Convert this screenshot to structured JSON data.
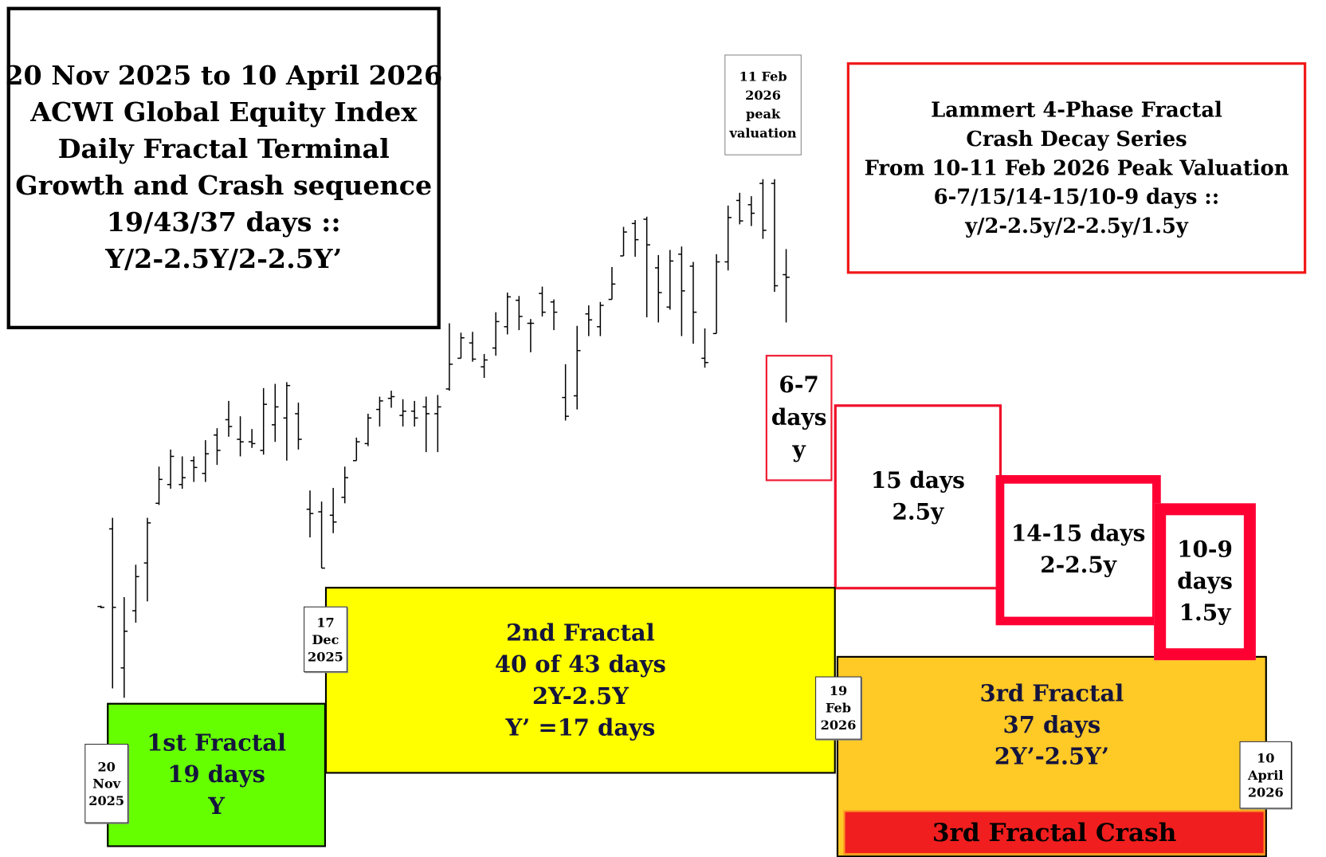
{
  "title_box": {
    "lines": [
      "20 Nov 2025 to 10 April 2026",
      "ACWI Global Equity Index",
      "Daily Fractal Terminal",
      "Growth and Crash sequence",
      "19/43/37 days ::",
      "Y/2-2.5Y/2-2.5Y’"
    ]
  },
  "peak_label": {
    "lines": [
      "11 Feb",
      "2026",
      "peak",
      "valuation"
    ]
  },
  "series_box": {
    "lines": [
      "Lammert 4-Phase Fractal",
      "Crash Decay Series",
      "From 10-11 Feb 2026 Peak Valuation",
      "6-7/15/14-15/10-9 days ::",
      "y/2-2.5y/2-2.5y/1.5y"
    ]
  },
  "phases": [
    {
      "lines": [
        "6-7",
        "days",
        "y"
      ]
    },
    {
      "lines": [
        "15 days",
        "2.5y"
      ]
    },
    {
      "lines": [
        "14-15 days",
        "2-2.5y"
      ]
    },
    {
      "lines": [
        "10-9",
        "days",
        "1.5y"
      ]
    }
  ],
  "fractals": [
    {
      "lines": [
        "1st Fractal",
        "19 days",
        "Y"
      ],
      "color": "#66ff00"
    },
    {
      "lines": [
        "2nd Fractal",
        "40 of 43 days",
        "2Y-2.5Y",
        "Y’ =17 days"
      ],
      "color": "#ffff00"
    },
    {
      "lines": [
        "3rd Fractal",
        "37 days",
        "2Y’-2.5Y’"
      ],
      "color": "#ffc926"
    }
  ],
  "crash_label": "3rd Fractal Crash",
  "dates": [
    {
      "lines": [
        "20",
        "Nov",
        "2025"
      ]
    },
    {
      "lines": [
        "17",
        "Dec",
        "2025"
      ]
    },
    {
      "lines": [
        "19",
        "Feb",
        "2026"
      ]
    },
    {
      "lines": [
        "10",
        "April",
        "2026"
      ]
    }
  ],
  "chart_data": {
    "type": "ohlc",
    "title": "ACWI Global Equity Index daily bars (relative level)",
    "xlabel": "",
    "ylabel": "",
    "grid": false,
    "ohlc": [
      [
        289,
        290,
        287,
        288
      ],
      [
        380,
        393,
        193,
        288
      ],
      [
        217,
        300,
        182,
        260
      ],
      [
        284,
        338,
        270,
        324
      ],
      [
        340,
        393,
        295,
        387
      ],
      [
        410,
        453,
        408,
        438
      ],
      [
        432,
        473,
        427,
        465
      ],
      [
        432,
        465,
        427,
        440
      ],
      [
        460,
        465,
        435,
        452
      ],
      [
        445,
        484,
        435,
        468
      ],
      [
        490,
        498,
        455,
        472
      ],
      [
        508,
        530,
        488,
        500
      ],
      [
        485,
        512,
        465,
        482
      ],
      [
        482,
        497,
        475,
        480
      ],
      [
        472,
        545,
        467,
        526
      ],
      [
        502,
        550,
        482,
        523
      ],
      [
        510,
        552,
        460,
        548
      ],
      [
        515,
        528,
        473,
        485
      ],
      [
        403,
        425,
        370,
        398
      ],
      [
        400,
        412,
        334,
        334
      ],
      [
        396,
        428,
        375,
        388
      ],
      [
        417,
        453,
        410,
        440
      ],
      [
        460,
        487,
        460,
        482
      ],
      [
        480,
        515,
        477,
        510
      ],
      [
        520,
        535,
        500,
        530
      ],
      [
        533,
        542,
        522,
        535
      ],
      [
        513,
        532,
        500,
        518
      ],
      [
        518,
        530,
        500,
        510
      ],
      [
        523,
        535,
        470,
        515
      ],
      [
        515,
        537,
        470,
        523
      ],
      [
        544,
        621,
        542,
        573
      ],
      [
        580,
        610,
        580,
        604
      ],
      [
        598,
        611,
        576,
        579
      ],
      [
        570,
        585,
        557,
        578
      ],
      [
        592,
        634,
        583,
        623
      ],
      [
        617,
        657,
        608,
        652
      ],
      [
        648,
        653,
        613,
        629
      ],
      [
        621,
        626,
        587,
        621
      ],
      [
        656,
        664,
        629,
        634
      ],
      [
        646,
        649,
        613,
        634
      ],
      [
        534,
        573,
        507,
        512
      ],
      [
        536,
        618,
        520,
        589
      ],
      [
        632,
        642,
        606,
        625
      ],
      [
        617,
        646,
        606,
        642
      ],
      [
        649,
        687,
        649,
        667
      ],
      [
        700,
        734,
        700,
        728
      ],
      [
        738,
        742,
        699,
        719
      ],
      [
        743,
        746,
        628,
        713
      ],
      [
        686,
        701,
        622,
        657
      ],
      [
        640,
        707,
        637,
        694
      ],
      [
        702,
        711,
        606,
        659
      ],
      [
        688,
        693,
        597,
        634
      ],
      [
        580,
        615,
        569,
        575
      ],
      [
        609,
        702,
        609,
        693
      ],
      [
        693,
        759,
        683,
        745
      ],
      [
        765,
        774,
        737,
        741
      ],
      [
        760,
        770,
        735,
        750
      ],
      [
        785,
        790,
        720,
        730
      ],
      [
        785,
        790,
        658,
        665
      ],
      [
        678,
        708,
        622,
        675
      ]
    ]
  }
}
